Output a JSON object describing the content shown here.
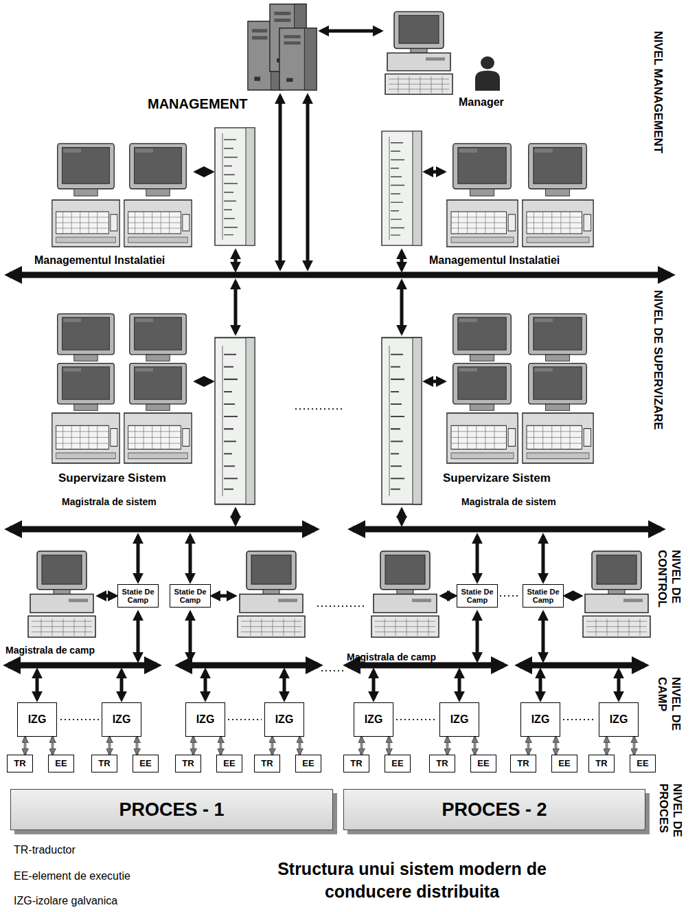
{
  "diagram": {
    "caption": "Structura unui sistem modern de conducere distribuita",
    "nodes": [
      {
        "text": [
          "MANAGEMENT"
        ]
      },
      {
        "text": [
          "Manager"
        ]
      },
      {
        "text": [
          "Managementul Instalatiei"
        ]
      },
      {
        "text": [
          "Managementul Instalatiei"
        ]
      },
      {
        "text": [
          "Supervizare Sistem"
        ]
      },
      {
        "text": [
          "Supervizare Sistem"
        ]
      },
      {
        "text": [
          "Statie De Camp"
        ]
      },
      {
        "text": [
          "Statie De Camp"
        ]
      },
      {
        "text": [
          "Statie De Camp"
        ]
      },
      {
        "text": [
          "Statie De Camp"
        ]
      },
      {
        "text": [
          "IZG"
        ]
      },
      {
        "text": [
          "IZG"
        ]
      },
      {
        "text": [
          "IZG"
        ]
      },
      {
        "text": [
          "IZG"
        ]
      },
      {
        "text": [
          "IZG"
        ]
      },
      {
        "text": [
          "IZG"
        ]
      },
      {
        "text": [
          "IZG"
        ]
      },
      {
        "text": [
          "IZG"
        ]
      },
      {
        "text": [
          "TR"
        ]
      },
      {
        "text": [
          "EE"
        ]
      },
      {
        "text": [
          "TR"
        ]
      },
      {
        "text": [
          "EE"
        ]
      },
      {
        "text": [
          "TR"
        ]
      },
      {
        "text": [
          "EE"
        ]
      },
      {
        "text": [
          "TR"
        ]
      },
      {
        "text": [
          "EE"
        ]
      },
      {
        "text": [
          "TR"
        ]
      },
      {
        "text": [
          "EE"
        ]
      },
      {
        "text": [
          "TR"
        ]
      },
      {
        "text": [
          "EE"
        ]
      },
      {
        "text": [
          "TR"
        ]
      },
      {
        "text": [
          "EE"
        ]
      },
      {
        "text": [
          "TR"
        ]
      },
      {
        "text": [
          "EE"
        ]
      },
      {
        "text": [
          "PROCES - 1"
        ]
      },
      {
        "text": [
          "PROCES - 2"
        ]
      }
    ],
    "edges": [
      {
        "from": 10,
        "to": 18,
        "arrow": "both"
      },
      {
        "from": 10,
        "to": 19,
        "arrow": "both"
      },
      {
        "from": 11,
        "to": 20,
        "arrow": "both"
      },
      {
        "from": 11,
        "to": 21,
        "arrow": "both"
      },
      {
        "from": 12,
        "to": 22,
        "arrow": "both"
      },
      {
        "from": 12,
        "to": 23,
        "arrow": "both"
      },
      {
        "from": 13,
        "to": 24,
        "arrow": "both"
      },
      {
        "from": 13,
        "to": 25,
        "arrow": "both"
      },
      {
        "from": 14,
        "to": 26,
        "arrow": "both"
      },
      {
        "from": 14,
        "to": 27,
        "arrow": "both"
      },
      {
        "from": 15,
        "to": 28,
        "arrow": "both"
      },
      {
        "from": 15,
        "to": 29,
        "arrow": "both"
      },
      {
        "from": 16,
        "to": 30,
        "arrow": "both"
      },
      {
        "from": 16,
        "to": 31,
        "arrow": "both"
      },
      {
        "from": 17,
        "to": 32,
        "arrow": "both"
      },
      {
        "from": 17,
        "to": 33,
        "arrow": "both"
      }
    ],
    "labels": [
      "Magistrala de sistem",
      "Magistrala de sistem",
      "Magistrala de camp",
      "Magistrala de camp",
      "NIVEL MANAGEMENT",
      "NIVEL DE SUPERVIZARE",
      "NIVEL DE CONTROL",
      "NIVEL DE CAMP",
      "NIVEL DE PROCES"
    ],
    "legend": [
      {
        "text": "TR-traductor"
      },
      {
        "text": "EE-element de executie"
      },
      {
        "text": "IZG-izolare galvanica"
      }
    ]
  }
}
